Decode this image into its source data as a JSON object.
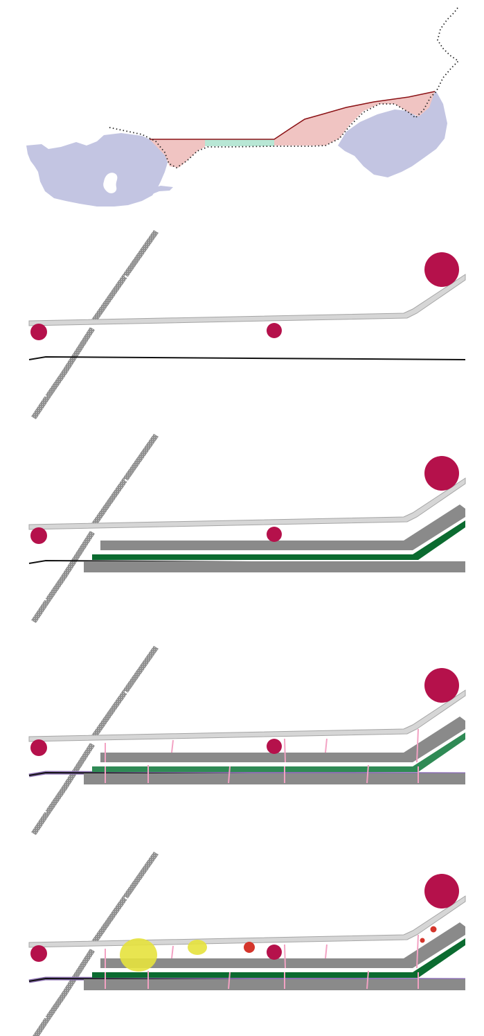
{
  "colors": {
    "water": "#c3c5e2",
    "hatch_fill": "#f0c4c2",
    "hatch_line": "#8b1216",
    "parkway": "#b8e7d5",
    "rail_light": "#d6d6d6",
    "rail_edge": "#a5a5a5",
    "station": "#b5114b",
    "block_gray": "#8a8a8a",
    "green_dark": "#0b6b30",
    "green_mid": "#2f8a55",
    "pink_link": "#f3a2c3",
    "purple_path": "#8a6fb0",
    "yellow_node": "#e6e23d",
    "red_node": "#d4352b",
    "black_line": "#111111"
  },
  "panels": [
    {
      "id": "map",
      "icon": "site-map-icon"
    },
    {
      "id": "stage-1",
      "icon": "rail-corridor-icon"
    },
    {
      "id": "stage-2",
      "icon": "green-band-icon"
    },
    {
      "id": "stage-3",
      "icon": "pedestrian-links-icon"
    },
    {
      "id": "stage-4",
      "icon": "activity-nodes-icon"
    }
  ]
}
